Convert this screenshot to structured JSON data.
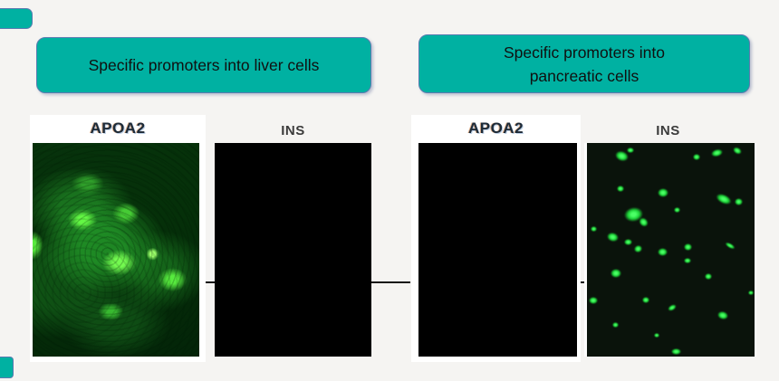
{
  "figure": {
    "description": "Promoter-specificity fluorescence comparison figure",
    "background_color": "#f5f4f2"
  },
  "title_banners": {
    "liver": {
      "label": "Specific promoters into liver cells"
    },
    "pancreatic": {
      "lines": [
        "Specific promoters into",
        "pancreatic cells"
      ]
    }
  },
  "colors": {
    "banner_fill": "#00b1a2",
    "banner_border": "#5b7bb0",
    "signal_green": "#2df24e",
    "panel_black": "#000000",
    "apoa2_text": "#1c2a38",
    "ins_text": "#3b3b3b"
  },
  "panels": [
    {
      "gene": "APOA2",
      "group": "liver",
      "signal": "strong confluent green fluorescence"
    },
    {
      "gene": "INS",
      "group": "liver",
      "signal": "none (black)"
    },
    {
      "gene": "APOA2",
      "group": "pancreatic",
      "signal": "none (black)"
    },
    {
      "gene": "INS",
      "group": "pancreatic",
      "signal": "sparse bright green cells",
      "blobs": [
        [
          17,
          4,
          15,
          11,
          20
        ],
        [
          24,
          2,
          8,
          6,
          0
        ],
        [
          63,
          5,
          8,
          7,
          0
        ],
        [
          74,
          3,
          13,
          8,
          -15
        ],
        [
          87,
          2,
          10,
          7,
          30
        ],
        [
          18,
          20,
          8,
          7,
          0
        ],
        [
          42,
          21,
          12,
          10,
          0
        ],
        [
          77,
          24,
          18,
          10,
          25
        ],
        [
          88,
          26,
          9,
          8,
          0
        ],
        [
          22,
          30,
          21,
          16,
          -10
        ],
        [
          31,
          35,
          11,
          9,
          45
        ],
        [
          52,
          30,
          7,
          6,
          0
        ],
        [
          2,
          39,
          7,
          6,
          0
        ],
        [
          12,
          42,
          13,
          10,
          15
        ],
        [
          22,
          45,
          9,
          7,
          0
        ],
        [
          28,
          48,
          9,
          8,
          -20
        ],
        [
          42,
          49,
          11,
          9,
          0
        ],
        [
          58,
          47,
          9,
          8,
          0
        ],
        [
          82,
          47,
          12,
          5,
          30
        ],
        [
          58,
          54,
          8,
          6,
          0
        ],
        [
          14,
          59,
          12,
          10,
          0
        ],
        [
          70,
          61,
          8,
          7,
          0
        ],
        [
          1,
          72,
          10,
          8,
          0
        ],
        [
          33,
          72,
          8,
          7,
          0
        ],
        [
          48,
          76,
          10,
          6,
          -30
        ],
        [
          78,
          79,
          12,
          9,
          15
        ],
        [
          15,
          84,
          7,
          6,
          0
        ],
        [
          50,
          96,
          11,
          7,
          0
        ],
        [
          96,
          69,
          6,
          5,
          0
        ],
        [
          40,
          89,
          6,
          5,
          0
        ]
      ]
    }
  ]
}
